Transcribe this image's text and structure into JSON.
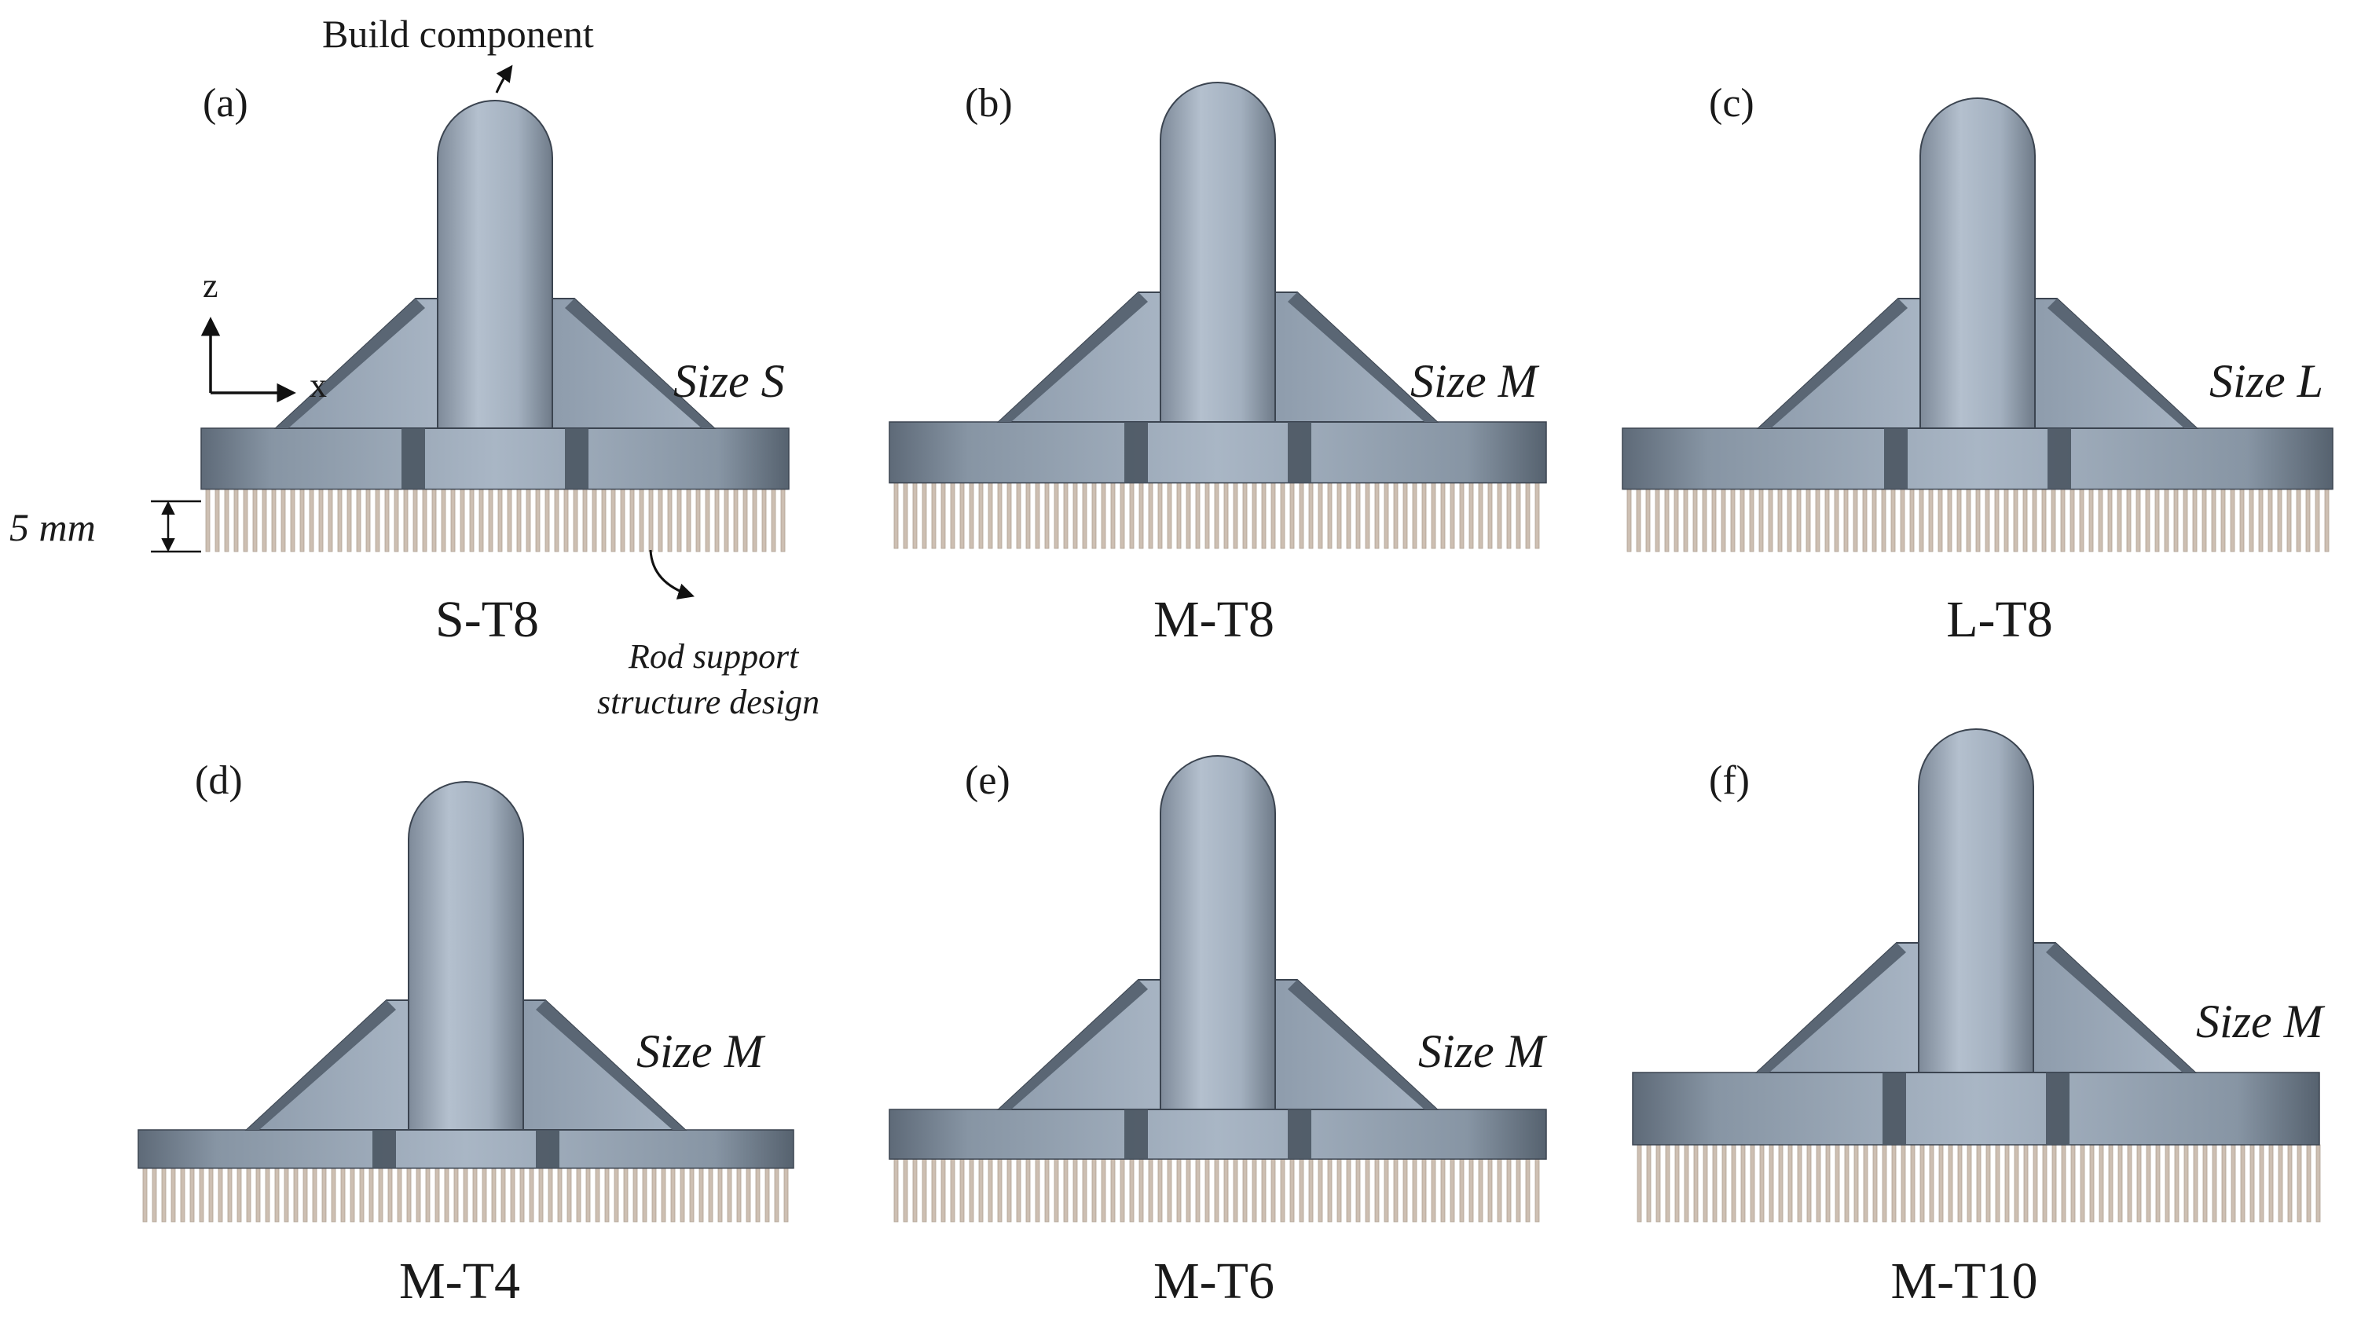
{
  "annotations": {
    "build_component": "Build component",
    "rod_support": [
      "Rod support",
      "structure design"
    ],
    "dimension": "5 mm",
    "axis_z": "z",
    "axis_x": "x"
  },
  "panels": [
    {
      "id": "a",
      "tag": "(a)",
      "size_label": "Size S",
      "caption": "S-T8",
      "scale": "S",
      "thickness": 8
    },
    {
      "id": "b",
      "tag": "(b)",
      "size_label": "Size M",
      "caption": "M-T8",
      "scale": "M",
      "thickness": 8
    },
    {
      "id": "c",
      "tag": "(c)",
      "size_label": "Size L",
      "caption": "L-T8",
      "scale": "L",
      "thickness": 8
    },
    {
      "id": "d",
      "tag": "(d)",
      "size_label": "Size M",
      "caption": "M-T4",
      "scale": "M",
      "thickness": 4
    },
    {
      "id": "e",
      "tag": "(e)",
      "size_label": "Size M",
      "caption": "M-T6",
      "scale": "M",
      "thickness": 6
    },
    {
      "id": "f",
      "tag": "(f)",
      "size_label": "Size M",
      "caption": "M-T10",
      "scale": "M",
      "thickness": 10
    }
  ],
  "colors": {
    "body_light": "#a9b6c6",
    "body_mid": "#95a3b3",
    "body_dark": "#5a6674",
    "outline": "#3b4450",
    "rods": "#cdbfb2",
    "text": "#1a1a1a"
  }
}
